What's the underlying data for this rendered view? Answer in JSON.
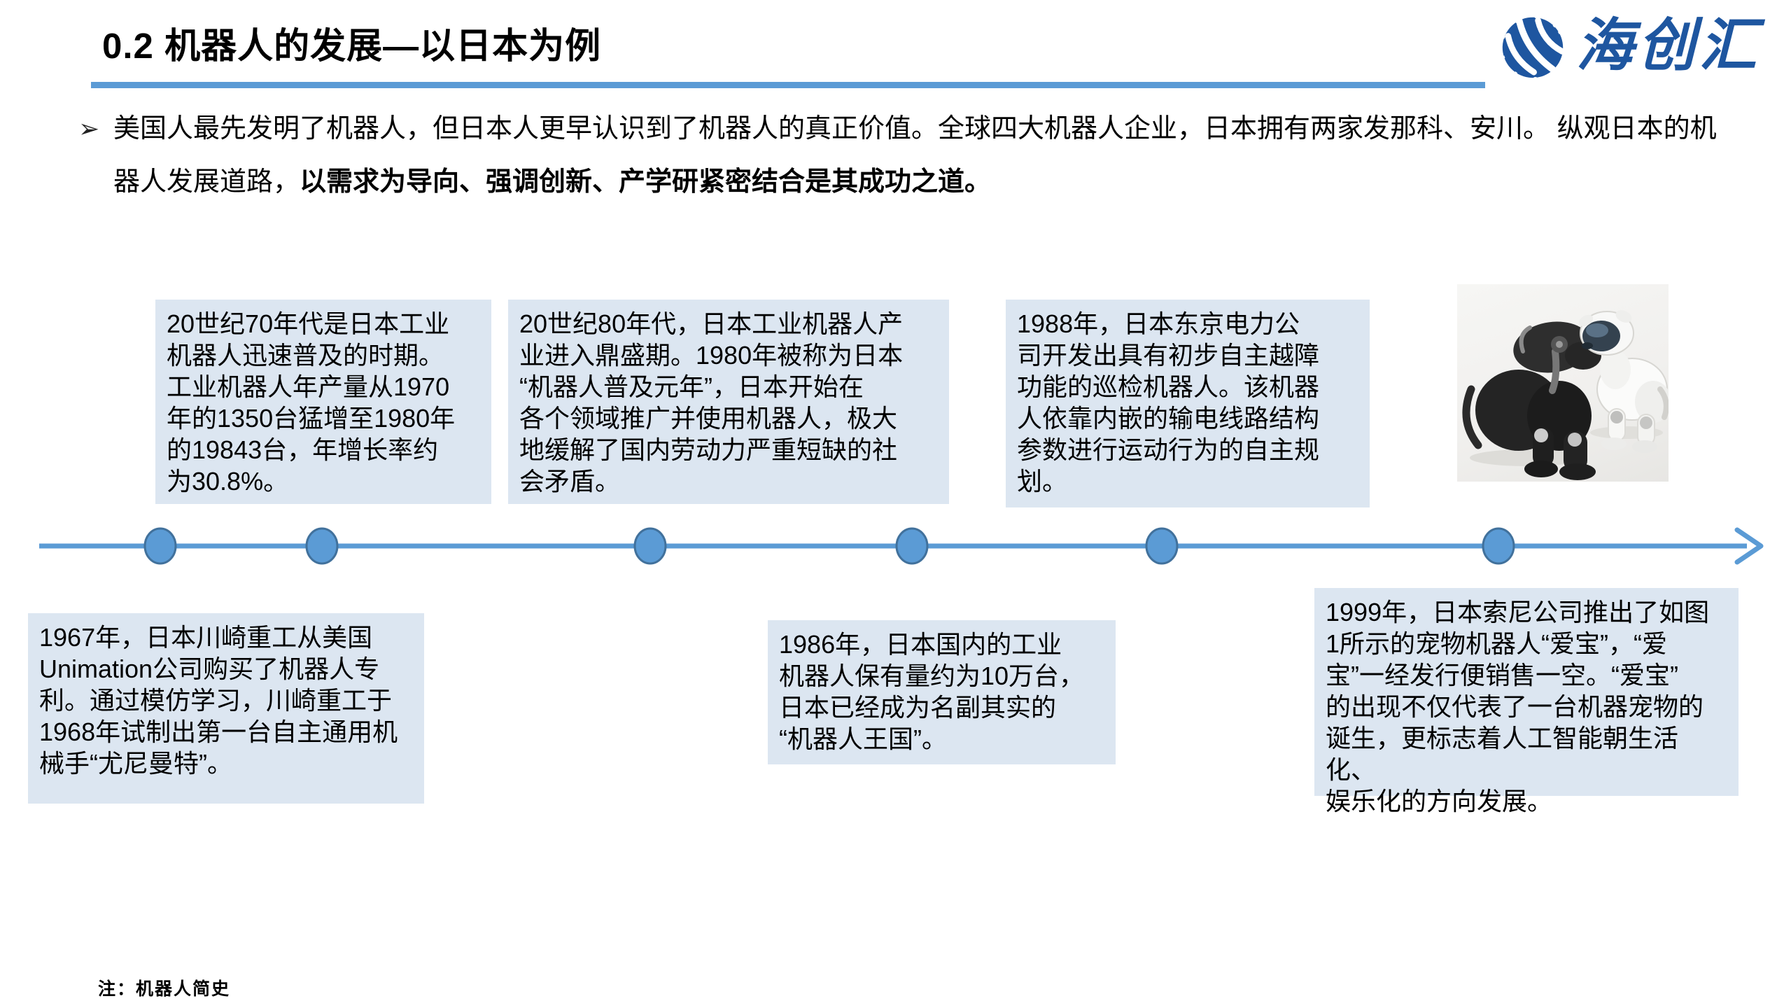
{
  "header": {
    "title": "0.2 机器人的发展—以日本为例",
    "logo": {
      "icon": "sphere-blob-logo-icon",
      "text": "海创汇"
    }
  },
  "intro": {
    "bullet": "➢",
    "line1": "美国人最先发明了机器人，但日本人更早认识到了机器人的真正价值。全球四大机器人企业，日本拥有两家发那科、安川。",
    "line2_regular": "纵观日本的机器人发展道路，",
    "line2_bold": "以需求为导向、强调创新、产学研紧密结合是其成功之道。"
  },
  "timeline": {
    "direction": "left-to-right",
    "dot_count": 6,
    "top_boxes": [
      {
        "text": "20世纪70年代是日本工业\n机器人迅速普及的时期。\n工业机器人年产量从1970\n年的1350台猛增至1980年\n的19843台，年增长率约\n为30.8%。"
      },
      {
        "text": "20世纪80年代，日本工业机器人产\n业进入鼎盛期。1980年被称为日本\n“机器人普及元年”，日本开始在\n各个领域推广并使用机器人，极大\n地缓解了国内劳动力严重短缺的社\n会矛盾。"
      },
      {
        "text": "1988年，日本东京电力公\n司开发出具有初步自主越障\n功能的巡检机器人。该机器\n人依靠内嵌的输电线路结构\n参数进行运动行为的自主规\n划。"
      }
    ],
    "bottom_boxes": [
      {
        "text": "1967年，日本川崎重工从美国\nUnimation公司购买了机器人专\n利。通过模仿学习，川崎重工于\n1968年试制出第一台自主通用机\n械手“尤尼曼特”。"
      },
      {
        "text": "1986年，日本国内的工业\n机器人保有量约为10万台，\n日本已经成为名副其实的\n“机器人王国”。"
      },
      {
        "text": "1999年，日本索尼公司推出了如图\n1所示的宠物机器人“爱宝”，“爱\n宝”一经发行便销售一空。“爱宝”\n的出现不仅代表了一台机器宠物的\n诞生，更标志着人工智能朝生活化、\n娱乐化的方向发展。"
      }
    ],
    "image_description": "two AIBO pet robot dogs, one black and one white"
  },
  "footnote": "注：机器人简史",
  "colors": {
    "accent": "#5b9bd5",
    "box_bg": "#dce6f1",
    "dot_border": "#41719c",
    "logo_blue": "#1e56a0"
  }
}
